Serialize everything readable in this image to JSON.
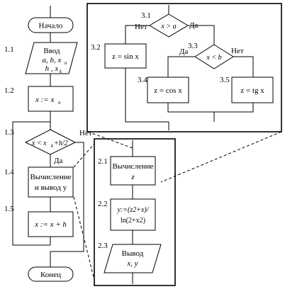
{
  "main": {
    "start": "Начало",
    "input": {
      "line1": "Ввод",
      "line2": "a, b, x",
      "line3": "h , x",
      "sub_n": "n",
      "sub_k": "k"
    },
    "assign": {
      "text": "x := x",
      "sub": "n"
    },
    "cond": {
      "text": "x < x",
      "sub": "k",
      "rest": "+h/2",
      "yes": "Да",
      "no": "Нет"
    },
    "compute": {
      "line1": "Вычисление",
      "line2": "и вывод y"
    },
    "step": {
      "text": "x := x + h"
    },
    "end": "Конец"
  },
  "steps": {
    "s1_1": "1.1",
    "s1_2": "1.2",
    "s1_3": "1.3",
    "s1_4": "1.4",
    "s1_5": "1.5",
    "s2_1": "2.1",
    "s2_2": "2.2",
    "s2_3": "2.3",
    "s3_1": "3.1",
    "s3_2": "3.2",
    "s3_3": "3.3",
    "s3_4": "3.4",
    "s3_5": "3.5"
  },
  "detail2": {
    "compute": {
      "line1": "Вычисление",
      "line2": "z"
    },
    "formula": {
      "line1": "y:=(z2+x)/",
      "line2": "ln(2+x2)"
    },
    "output": {
      "line1": "Вывод",
      "line2": "x, y"
    }
  },
  "detail3": {
    "cond1": {
      "text": "x > a",
      "yes": "Да",
      "no": "Нет"
    },
    "cond2": {
      "text": "x < b",
      "yes": "Да",
      "no": "Нет"
    },
    "sin": "z = sin x",
    "cos": "z = cos x",
    "tg": "z = tg x"
  }
}
